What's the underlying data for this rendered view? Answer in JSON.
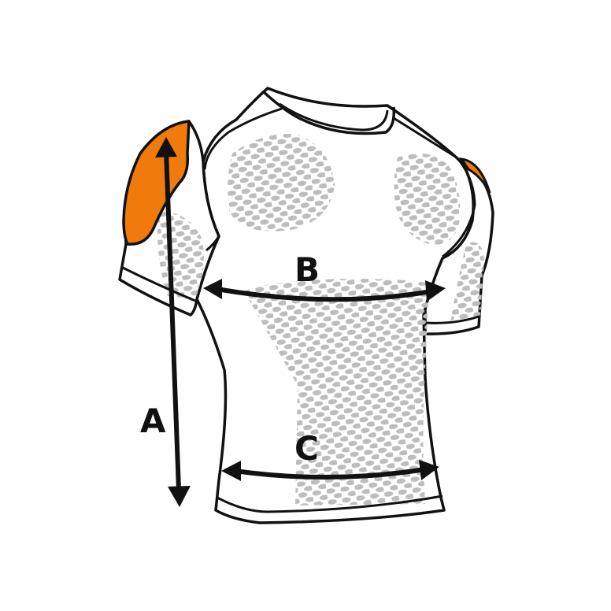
{
  "diagram": {
    "labels": {
      "a": "A",
      "b": "B",
      "c": "C"
    },
    "colors": {
      "outline": "#111111",
      "shirt_fill": "#ffffff",
      "mesh": "#bdbdbd",
      "shoulder_pad": "#f07a0c",
      "arrow": "#111111",
      "background": "#ffffff"
    }
  }
}
